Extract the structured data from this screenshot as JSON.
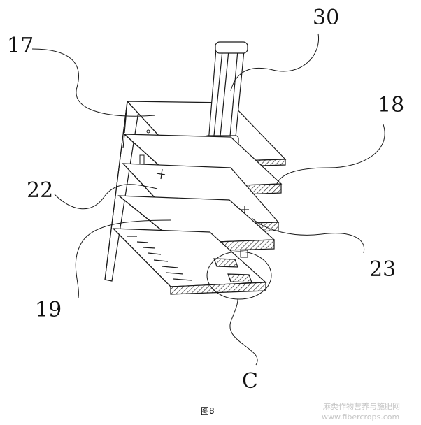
{
  "labels": {
    "l30": "30",
    "l17": "17",
    "l18": "18",
    "l22": "22",
    "l23": "23",
    "l19": "19",
    "lC": "C"
  },
  "caption": "图8",
  "watermark": {
    "line1": "麻类作物营养与施肥网",
    "line2": "www.fibercrops.com"
  }
}
